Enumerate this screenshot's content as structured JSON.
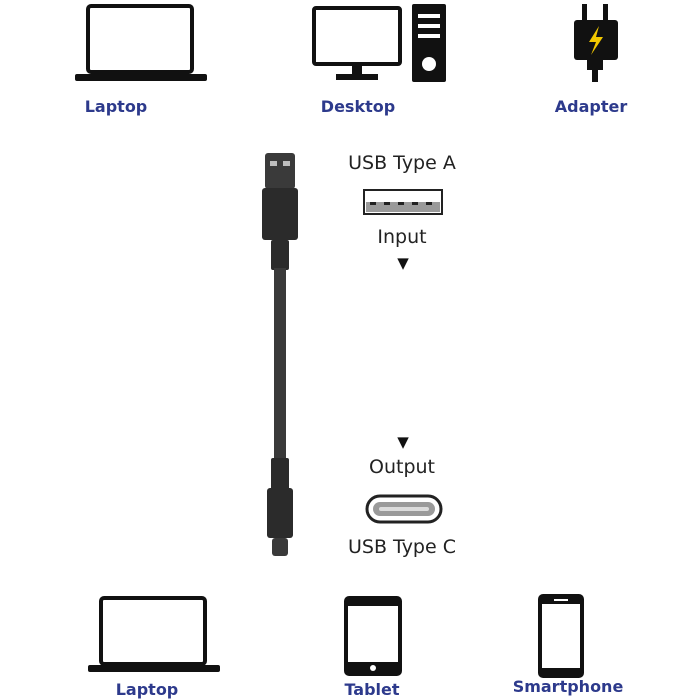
{
  "top_devices": [
    {
      "label": "Laptop",
      "icon": "laptop-icon"
    },
    {
      "label": "Desktop",
      "icon": "desktop-icon"
    },
    {
      "label": "Adapter",
      "icon": "adapter-icon"
    }
  ],
  "bottom_devices": [
    {
      "label": "Laptop",
      "icon": "laptop-icon"
    },
    {
      "label": "Tablet",
      "icon": "tablet-icon"
    },
    {
      "label": "Smartphone",
      "icon": "smartphone-icon"
    }
  ],
  "ports": {
    "input_type": "USB Type A",
    "input_label": "Input",
    "output_label": "Output",
    "output_type": "USB Type C",
    "arrow_glyph": "▼"
  },
  "colors": {
    "label": "#2d3a8c",
    "cable": "#2b2b2b",
    "icon": "#111111"
  }
}
